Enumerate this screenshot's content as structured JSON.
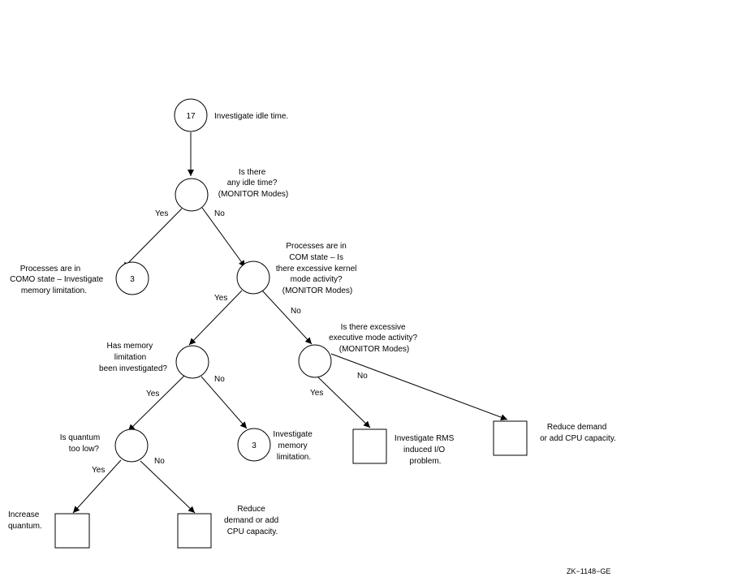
{
  "diagram": {
    "start": {
      "number": "17",
      "label": "Investigate idle time."
    },
    "q_idle": {
      "lines": [
        "Is there",
        "any idle time?",
        "(MONITOR Modes)"
      ]
    },
    "r_como": {
      "number": "3",
      "lines": [
        "Processes are in",
        "COMO state – Investigate",
        "memory limitation."
      ]
    },
    "q_kernel": {
      "lines": [
        "Processes are in",
        "COM state – Is",
        "there excessive kernel",
        "mode activity?",
        "(MONITOR Modes)"
      ]
    },
    "q_memory": {
      "lines": [
        "Has memory",
        "limitation",
        "been investigated?"
      ]
    },
    "q_exec": {
      "lines": [
        "Is there excessive",
        "executive mode activity?",
        "(MONITOR Modes)"
      ]
    },
    "q_quantum": {
      "lines": [
        "Is quantum",
        "too low?"
      ]
    },
    "r_mem": {
      "number": "3",
      "lines": [
        "Investigate",
        "memory",
        "limitation."
      ]
    },
    "r_rms": {
      "lines": [
        "Investigate RMS",
        "induced I/O",
        "problem."
      ]
    },
    "r_reduce1": {
      "lines": [
        "Reduce demand",
        "or add CPU capacity."
      ]
    },
    "r_increase": {
      "lines": [
        "Increase",
        "quantum."
      ]
    },
    "r_reduce2": {
      "lines": [
        "Reduce",
        "demand or add",
        "CPU capacity."
      ]
    },
    "yes_label": "Yes",
    "no_label": "No",
    "figure_id": "ZK−1148−GE"
  }
}
